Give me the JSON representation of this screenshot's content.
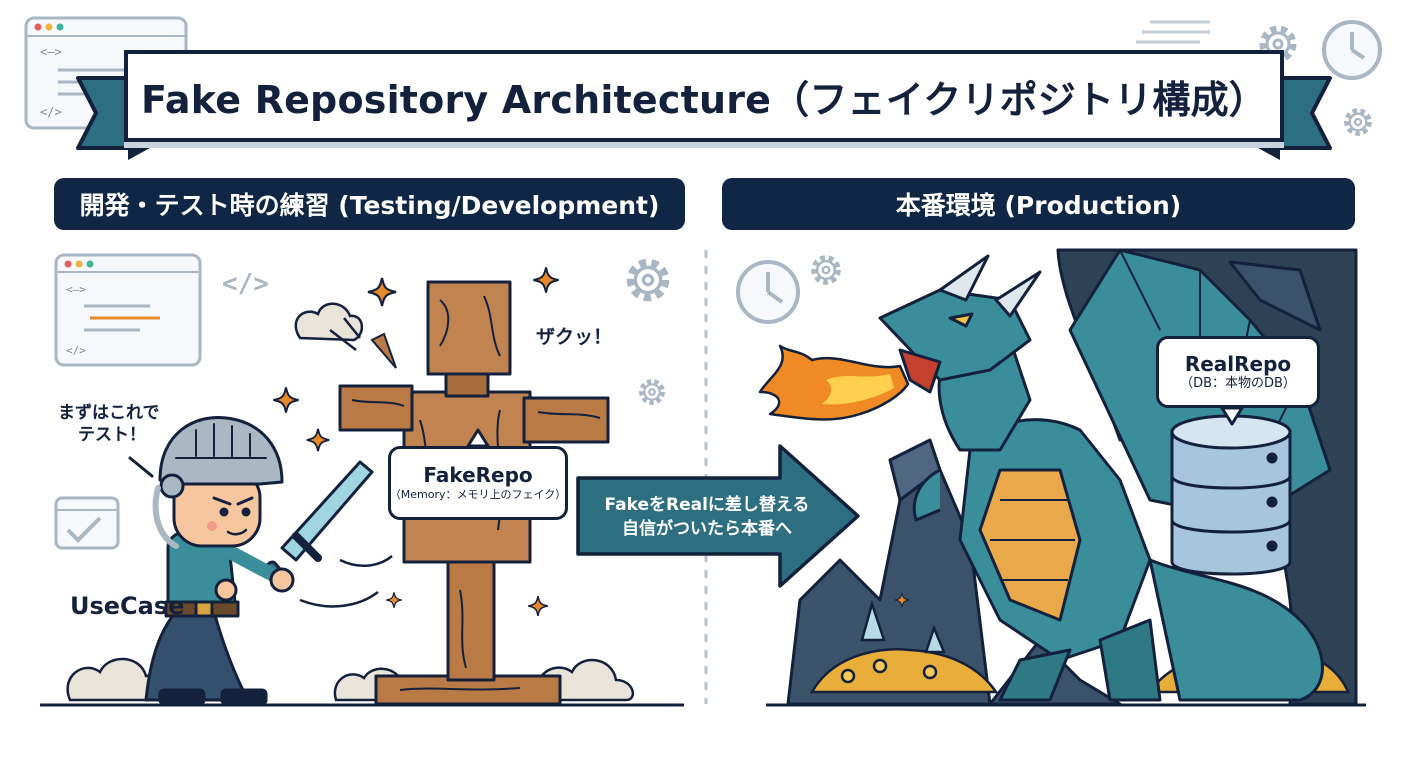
{
  "title": "Fake Repository Architecture（フェイクリポジトリ構成）",
  "sections": {
    "left_header": "開発・テスト時の練習 (Testing/Development)",
    "right_header": "本番環境 (Production)"
  },
  "left_scene": {
    "knight_speech": [
      "まずはこれで",
      "テスト！"
    ],
    "sound_effect": "ザクッ！",
    "knight_label": "UseCase",
    "fake_repo": {
      "title": "FakeRepo",
      "subtitle": "（Memory：メモリ上のフェイク）"
    }
  },
  "transition_arrow": {
    "lines": [
      "FakeをRealに差し替える",
      "自信がついたら本番へ"
    ]
  },
  "right_scene": {
    "real_repo": {
      "title": "RealRepo",
      "subtitle": "（DB：本物のDB）"
    }
  },
  "icons": [
    "code-window-icon",
    "gear-icon",
    "clock-icon",
    "sparkle-icon",
    "dust-cloud-icon",
    "database-icon",
    "dragon-icon",
    "training-dummy-icon",
    "knight-icon",
    "checklist-window-icon"
  ],
  "colors": {
    "navy": "#14213d",
    "header_bg": "#0f2744",
    "teal": "#3a8e9a",
    "ribbon": "#2d6f80",
    "wood": "#b97a46",
    "flame": "#f08a24",
    "cave": "#2e4255",
    "gold": "#e9ad3a"
  }
}
